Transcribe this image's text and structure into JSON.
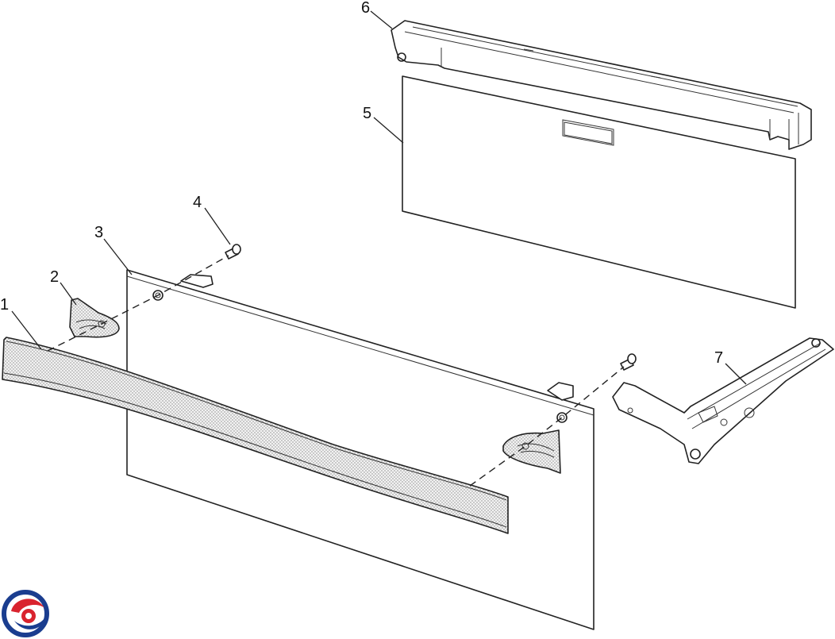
{
  "diagram": {
    "type": "exploded-parts-view",
    "callouts": [
      {
        "id": "1",
        "label": "1"
      },
      {
        "id": "2",
        "label": "2"
      },
      {
        "id": "3",
        "label": "3"
      },
      {
        "id": "4",
        "label": "4"
      },
      {
        "id": "5",
        "label": "5"
      },
      {
        "id": "6",
        "label": "6"
      },
      {
        "id": "7",
        "label": "7"
      }
    ]
  },
  "logo": {
    "icon": "brand-swirl-logo",
    "colors": {
      "blue": "#1a3d8f",
      "red": "#d9232e"
    }
  }
}
